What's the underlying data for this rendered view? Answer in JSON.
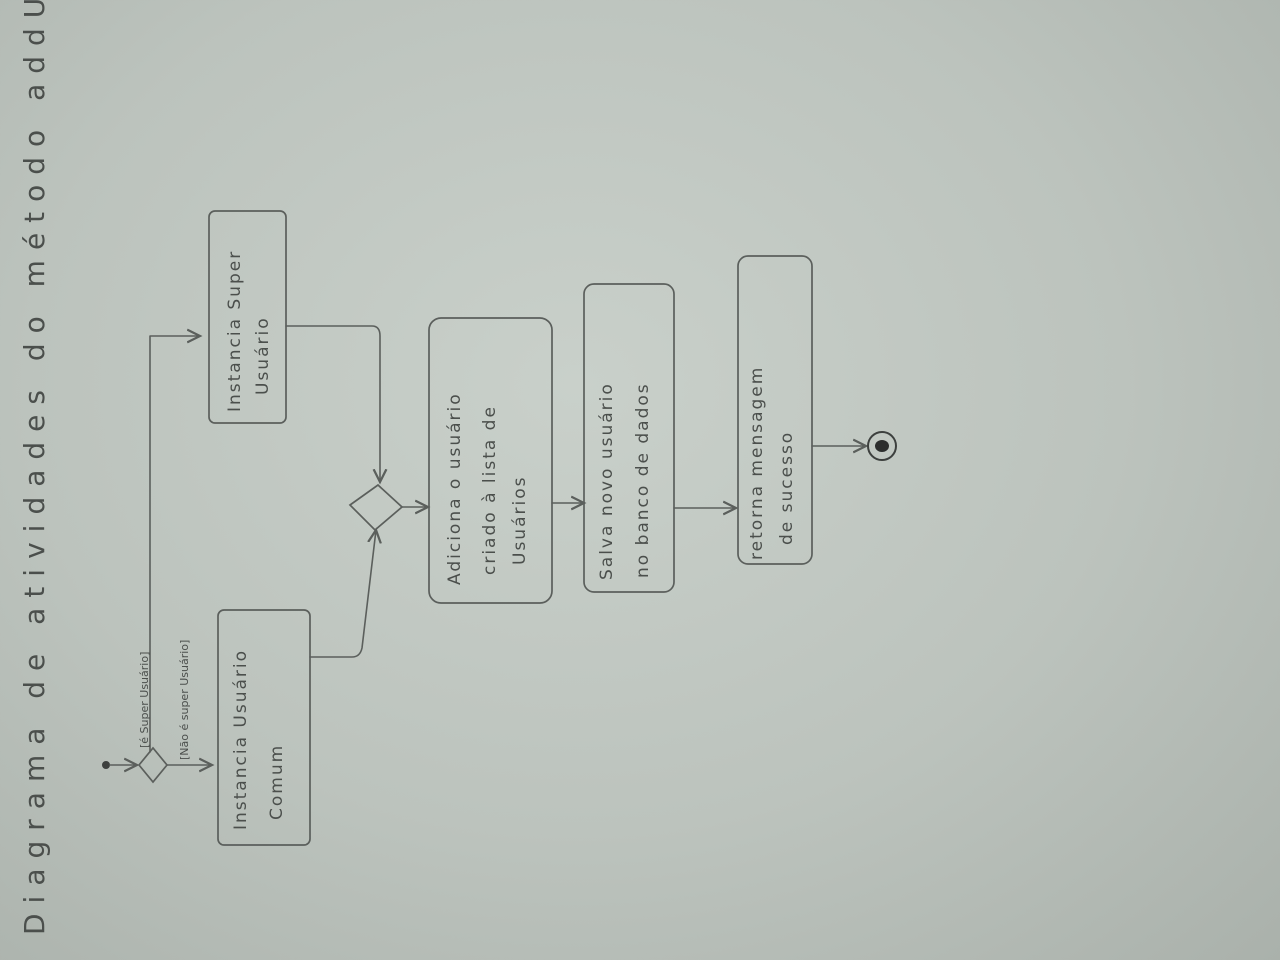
{
  "title": "Diagrama de atividades do método addUser (em SuperUser)",
  "guards": {
    "is_super": "[é Super Usuário]",
    "not_super": "[Não é super Usuário]"
  },
  "activities": {
    "super": [
      "Instancia Super",
      "Usuário"
    ],
    "common": [
      "Instancia Usuário",
      "Comum"
    ],
    "add": [
      "Adiciona o usuário",
      "criado à lista de",
      "Usuários"
    ],
    "save": [
      "Salva novo usuário",
      "no banco de dados"
    ],
    "return": [
      "retorna mensagem",
      "de sucesso"
    ]
  }
}
